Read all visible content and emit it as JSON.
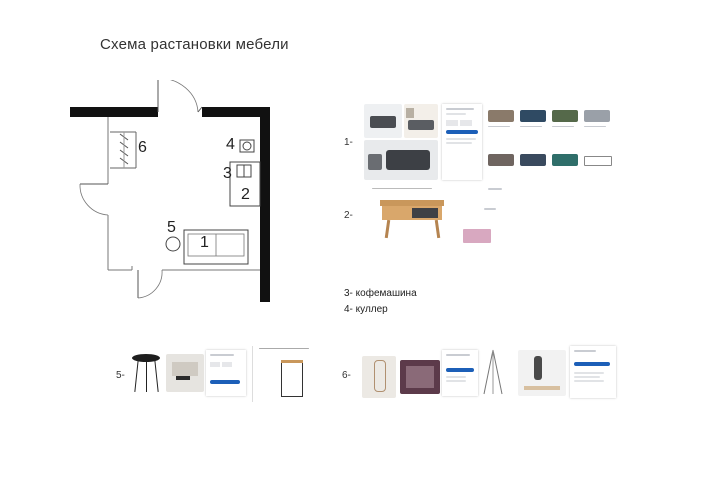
{
  "title": "Схема растановки мебели",
  "plan": {
    "numbers": [
      "1",
      "2",
      "3",
      "4",
      "5",
      "6"
    ]
  },
  "rows": {
    "r1": {
      "label": "1-"
    },
    "r2": {
      "label": "2-"
    },
    "r5": {
      "label": "5-"
    },
    "r6": {
      "label": "6-"
    }
  },
  "legend": {
    "item3": "3- кофемашина",
    "item4": "4- куллер"
  },
  "colors": {
    "wall": "#111111",
    "accent_blue": "#1c5fb8",
    "sofa_dark": "#4a4d52",
    "sofa_brown": "#8a7a6a",
    "sofa_navy": "#2f4a63",
    "sofa_green": "#55694a",
    "sofa_grey": "#9aa0a8",
    "sofa_teal": "#2f6e6a",
    "wood": "#c9975b",
    "pink_badge": "#d8a8c0"
  }
}
